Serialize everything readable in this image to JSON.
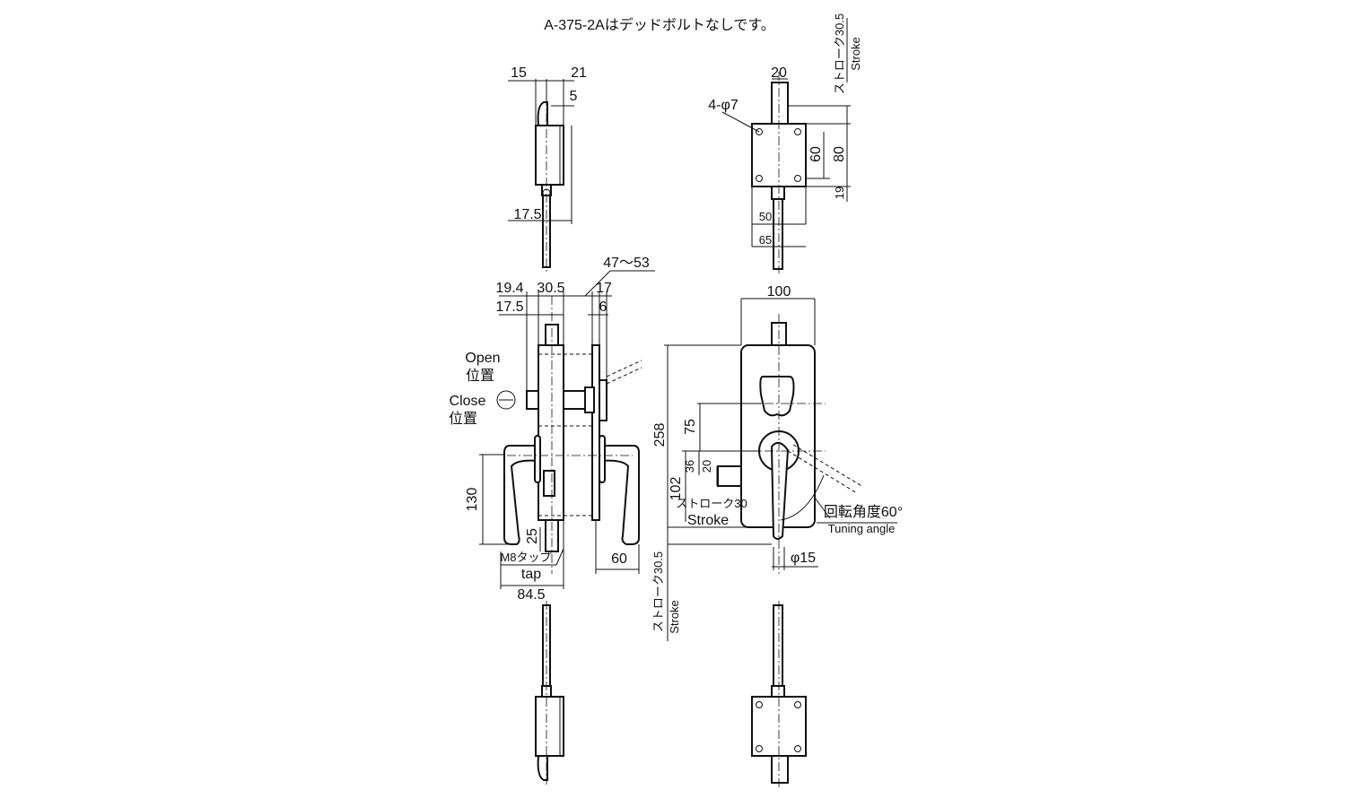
{
  "title": "A-375-2Aはデッドボルトなしです。",
  "top_side_view": {
    "dim_15": "15",
    "dim_21": "21",
    "dim_5": "5",
    "dim_17_5": "17.5"
  },
  "top_front_view": {
    "holes": "4-φ7",
    "dim_20": "20",
    "dim_60": "60",
    "dim_80": "80",
    "dim_19": "19",
    "dim_50": "50",
    "dim_65": "65",
    "stroke_jp": "ストローク30.5",
    "stroke_en": "Stroke"
  },
  "side_view": {
    "dim_47_53": "47～53",
    "dim_19_4": "19.4",
    "dim_30_5": "30.5",
    "dim_17": "17",
    "dim_17_5": "17.5",
    "dim_6": "6",
    "open_label": "Open",
    "open_pos": "位置",
    "close_label": "Close",
    "close_pos": "位置",
    "dim_130": "130",
    "dim_25": "25",
    "tap_jp": "M8タップ",
    "tap_en": "tap",
    "dim_84_5": "84.5",
    "dim_60": "60"
  },
  "front_view": {
    "dim_100": "100",
    "dim_258": "258",
    "dim_75": "75",
    "dim_36": "36",
    "dim_20": "20",
    "dim_102": "102",
    "stroke30_jp": "ストローク30",
    "stroke30_en": "Stroke",
    "angle_jp": "回転角度60°",
    "angle_en": "Tuning angle",
    "dia_15": "φ15",
    "stroke_jp": "ストローク30.5",
    "stroke_en": "Stroke"
  }
}
